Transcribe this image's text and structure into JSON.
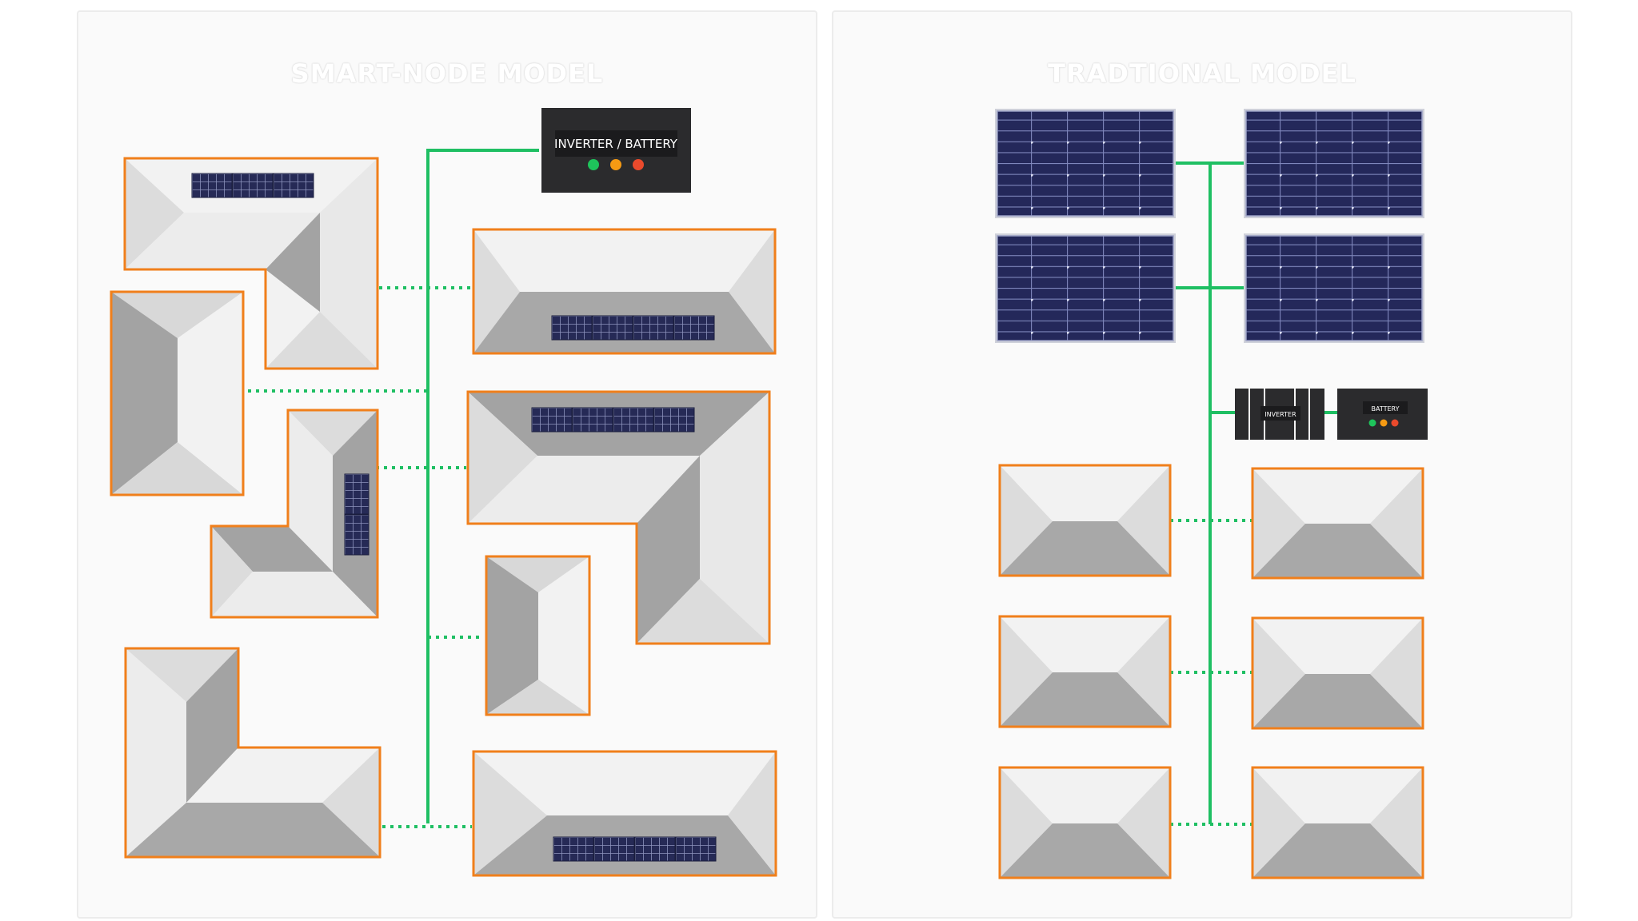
{
  "panels": {
    "smart_node": {
      "title": "SMART-NODE MODEL"
    },
    "traditional": {
      "title": "TRADTIONAL MODEL"
    }
  },
  "devices": {
    "smart_inverter_battery": {
      "label": "INVERTER / BATTERY"
    },
    "traditional_inverter": {
      "label": "INVERTER"
    },
    "traditional_battery": {
      "label": "BATTERY"
    }
  },
  "colors": {
    "wire_green": "#1fbf63",
    "roof_outline_orange": "#f07f1b",
    "solar_panel_navy": "#262a56",
    "device_body": "#2b2b2d",
    "led_green": "#1ec45b",
    "led_orange": "#f59a13",
    "led_red": "#ea4a2c"
  }
}
